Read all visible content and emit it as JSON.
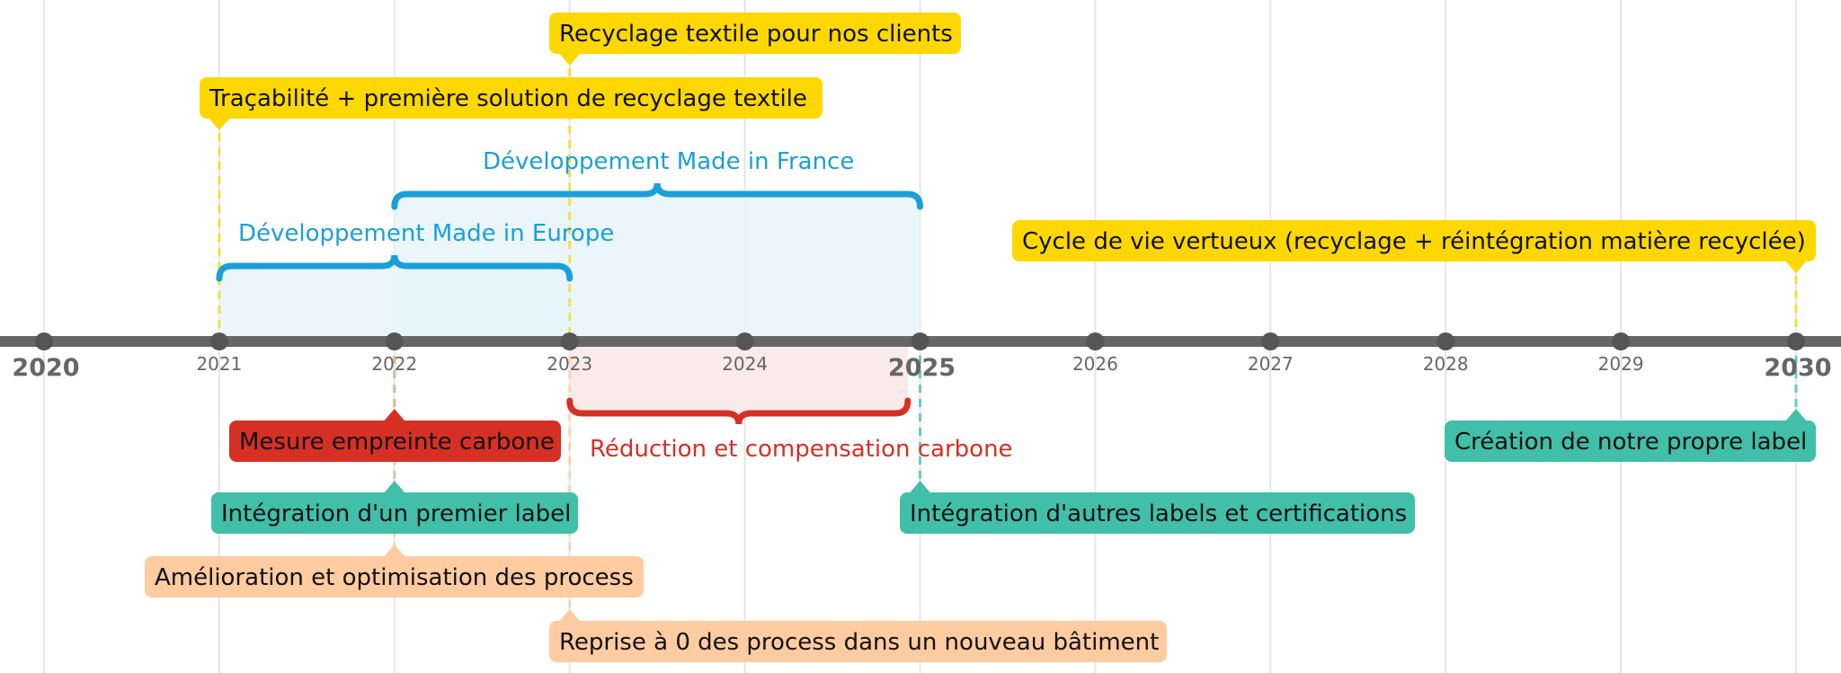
{
  "axis": {
    "start_year": 2020,
    "end_year": 2030,
    "major_years": [
      2020,
      2025,
      2030
    ],
    "minor_years": [
      2021,
      2022,
      2023,
      2024,
      2026,
      2027,
      2028,
      2029
    ]
  },
  "colors": {
    "axis": "#666666",
    "yellow": "#fcd800",
    "blue": "#1a9fd8",
    "blue_fill": "#e6f4fb",
    "blue_fill_overlap": "#d0e9f5",
    "red": "#d63024",
    "red_fill": "#fbeaea",
    "teal": "#41bfa8",
    "peach": "#ffcba0"
  },
  "milestones": [
    {
      "label": "Recyclage textile pour nos clients",
      "year": 2023,
      "side": "above",
      "color": "yellow",
      "pointer_align": "left"
    },
    {
      "label": "Traçabilité + première solution de recyclage textile",
      "year": 2021,
      "side": "above",
      "color": "yellow",
      "pointer_align": "left"
    },
    {
      "label": "Cycle de vie vertueux (recyclage + réintégration matière recyclée)",
      "year": 2030,
      "side": "above",
      "color": "yellow",
      "pointer_align": "right"
    },
    {
      "label": "Mesure empreinte carbone",
      "year": 2022,
      "side": "below",
      "color": "red",
      "pointer_align": "center"
    },
    {
      "label": "Intégration d'un premier label",
      "year": 2022,
      "side": "below",
      "color": "teal",
      "pointer_align": "center"
    },
    {
      "label": "Amélioration et optimisation des process",
      "year": 2022,
      "side": "below",
      "color": "peach",
      "pointer_align": "center"
    },
    {
      "label": "Reprise à 0 des process dans un nouveau bâtiment",
      "year": 2023,
      "side": "below",
      "color": "peach",
      "pointer_align": "left"
    },
    {
      "label": "Intégration d'autres labels et certifications",
      "year": 2025,
      "side": "below",
      "color": "teal",
      "pointer_align": "left"
    },
    {
      "label": "Création de notre propre label",
      "year": 2030,
      "side": "below",
      "color": "teal",
      "pointer_align": "right"
    }
  ],
  "periods": [
    {
      "label": "Développement Made in Europe",
      "start": 2021,
      "end": 2023,
      "side": "above",
      "color": "blue"
    },
    {
      "label": "Développement Made in France",
      "start": 2022,
      "end": 2025,
      "side": "above",
      "color": "blue"
    },
    {
      "label": "Réduction et compensation carbone",
      "start": 2023,
      "end": 2024.93,
      "side": "below",
      "color": "red"
    }
  ]
}
